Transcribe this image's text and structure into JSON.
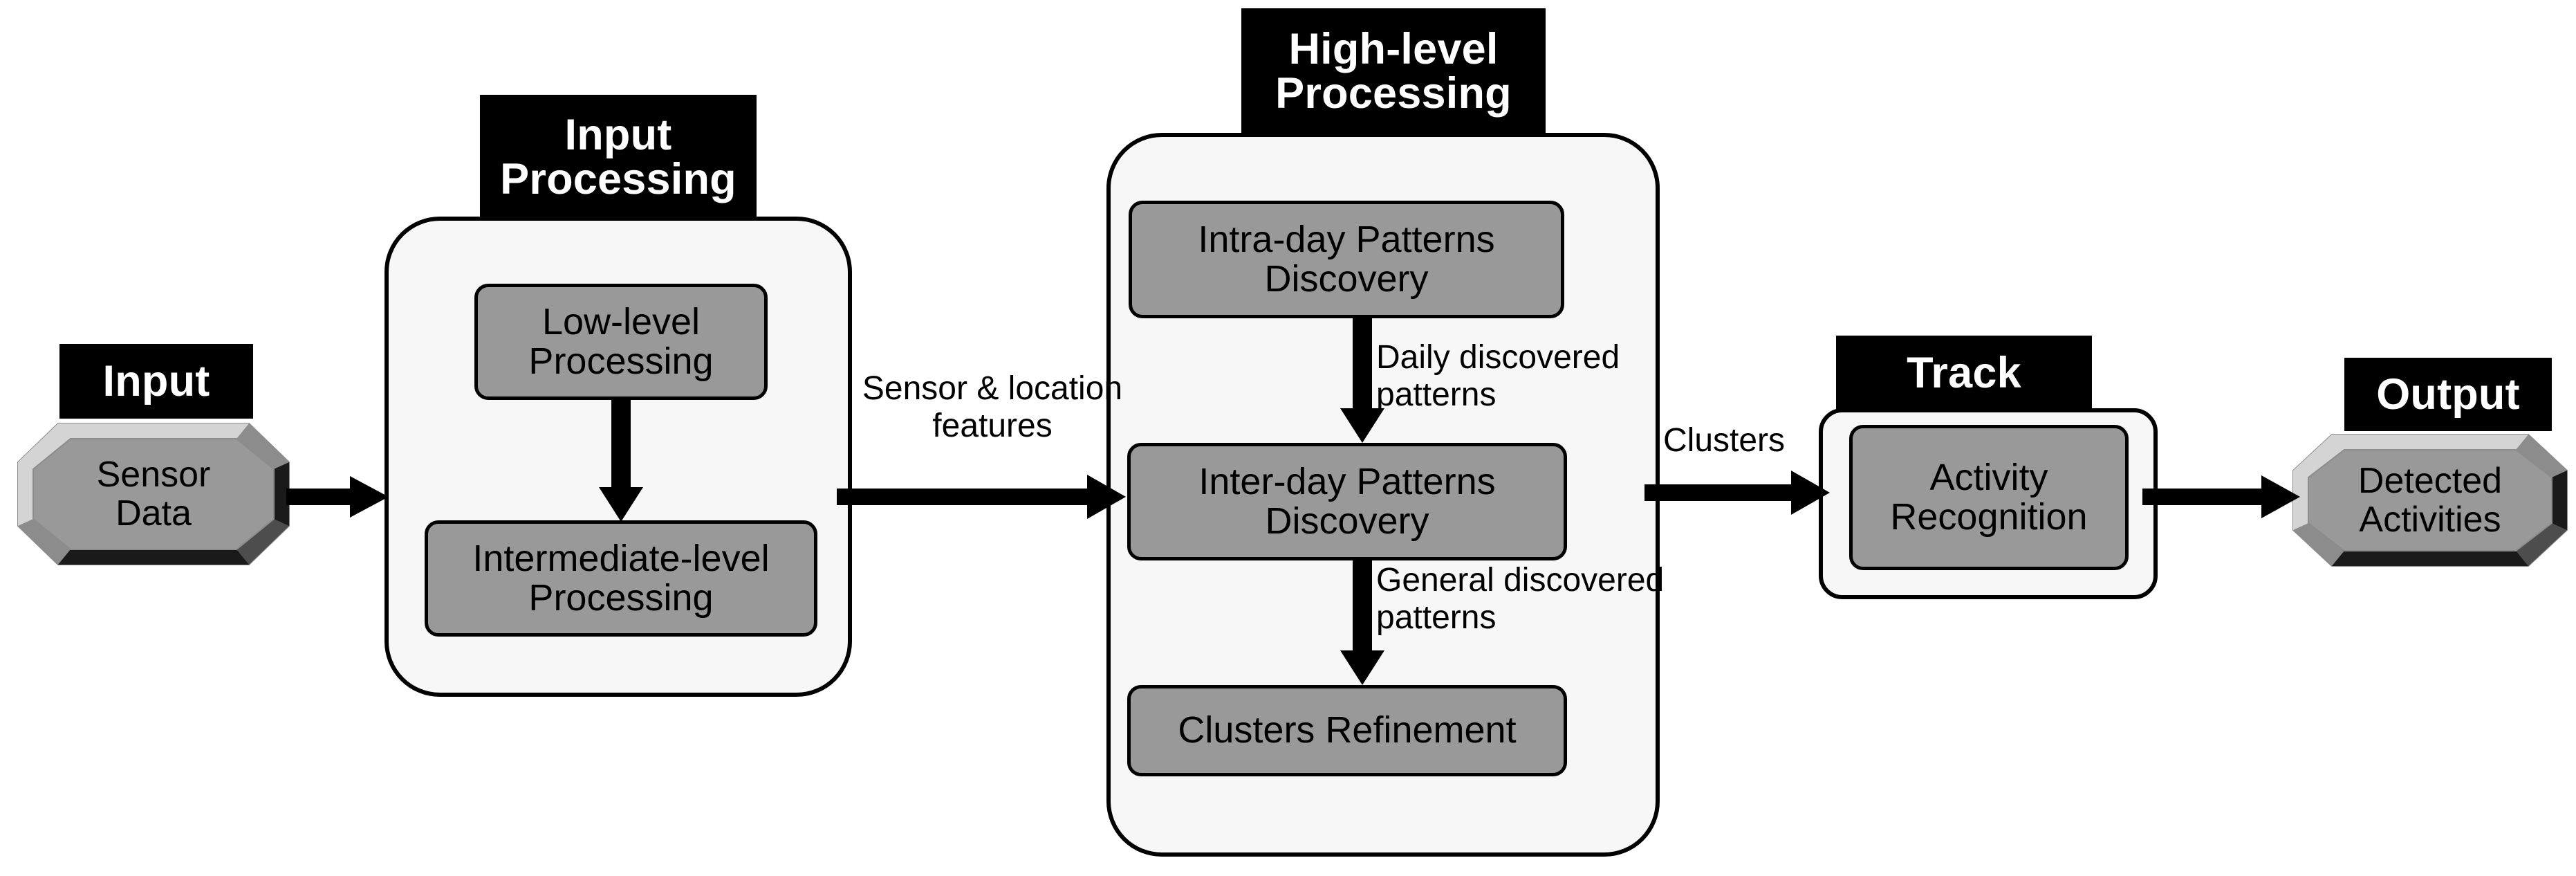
{
  "diagram": {
    "title": "Activity recognition processing pipeline",
    "colors": {
      "header_bg": "#000000",
      "header_text": "#ffffff",
      "group_fill": "#f7f7f7",
      "group_stroke": "#000000",
      "process_fill": "#999999",
      "process_stroke": "#000000",
      "bevel_light": "#d4d4d4",
      "bevel_mid": "#8c8c8c",
      "bevel_dark": "#4d4d4d",
      "bevel_darkest": "#1a1a1a",
      "arrow": "#000000",
      "canvas": "#ffffff"
    },
    "stages": {
      "input": {
        "header": "Input",
        "node": "Sensor\nData"
      },
      "input_processing": {
        "header": "Input\nProcessing",
        "boxes": [
          {
            "label": "Low-level\nProcessing"
          },
          {
            "label": "Intermediate-level\nProcessing"
          }
        ]
      },
      "high_level_processing": {
        "header": "High-level\nProcessing",
        "boxes": [
          {
            "label": "Intra-day Patterns\nDiscovery"
          },
          {
            "label": "Inter-day Patterns\nDiscovery"
          },
          {
            "label": "Clusters Refinement"
          }
        ],
        "internal_edges": [
          {
            "label": "Daily discovered\npatterns"
          },
          {
            "label": "General discovered\npatterns"
          }
        ]
      },
      "track": {
        "header": "Track",
        "boxes": [
          {
            "label": "Activity\nRecognition"
          }
        ]
      },
      "output": {
        "header": "Output",
        "node": "Detected\nActivities"
      }
    },
    "edges": [
      {
        "from": "Sensor Data",
        "to": "Input Processing",
        "label": ""
      },
      {
        "from": "Input Processing",
        "to": "High-level Processing",
        "label": "Sensor & location\nfeatures"
      },
      {
        "from": "High-level Processing",
        "to": "Track",
        "label": "Clusters"
      },
      {
        "from": "Track",
        "to": "Detected Activities",
        "label": ""
      }
    ]
  }
}
